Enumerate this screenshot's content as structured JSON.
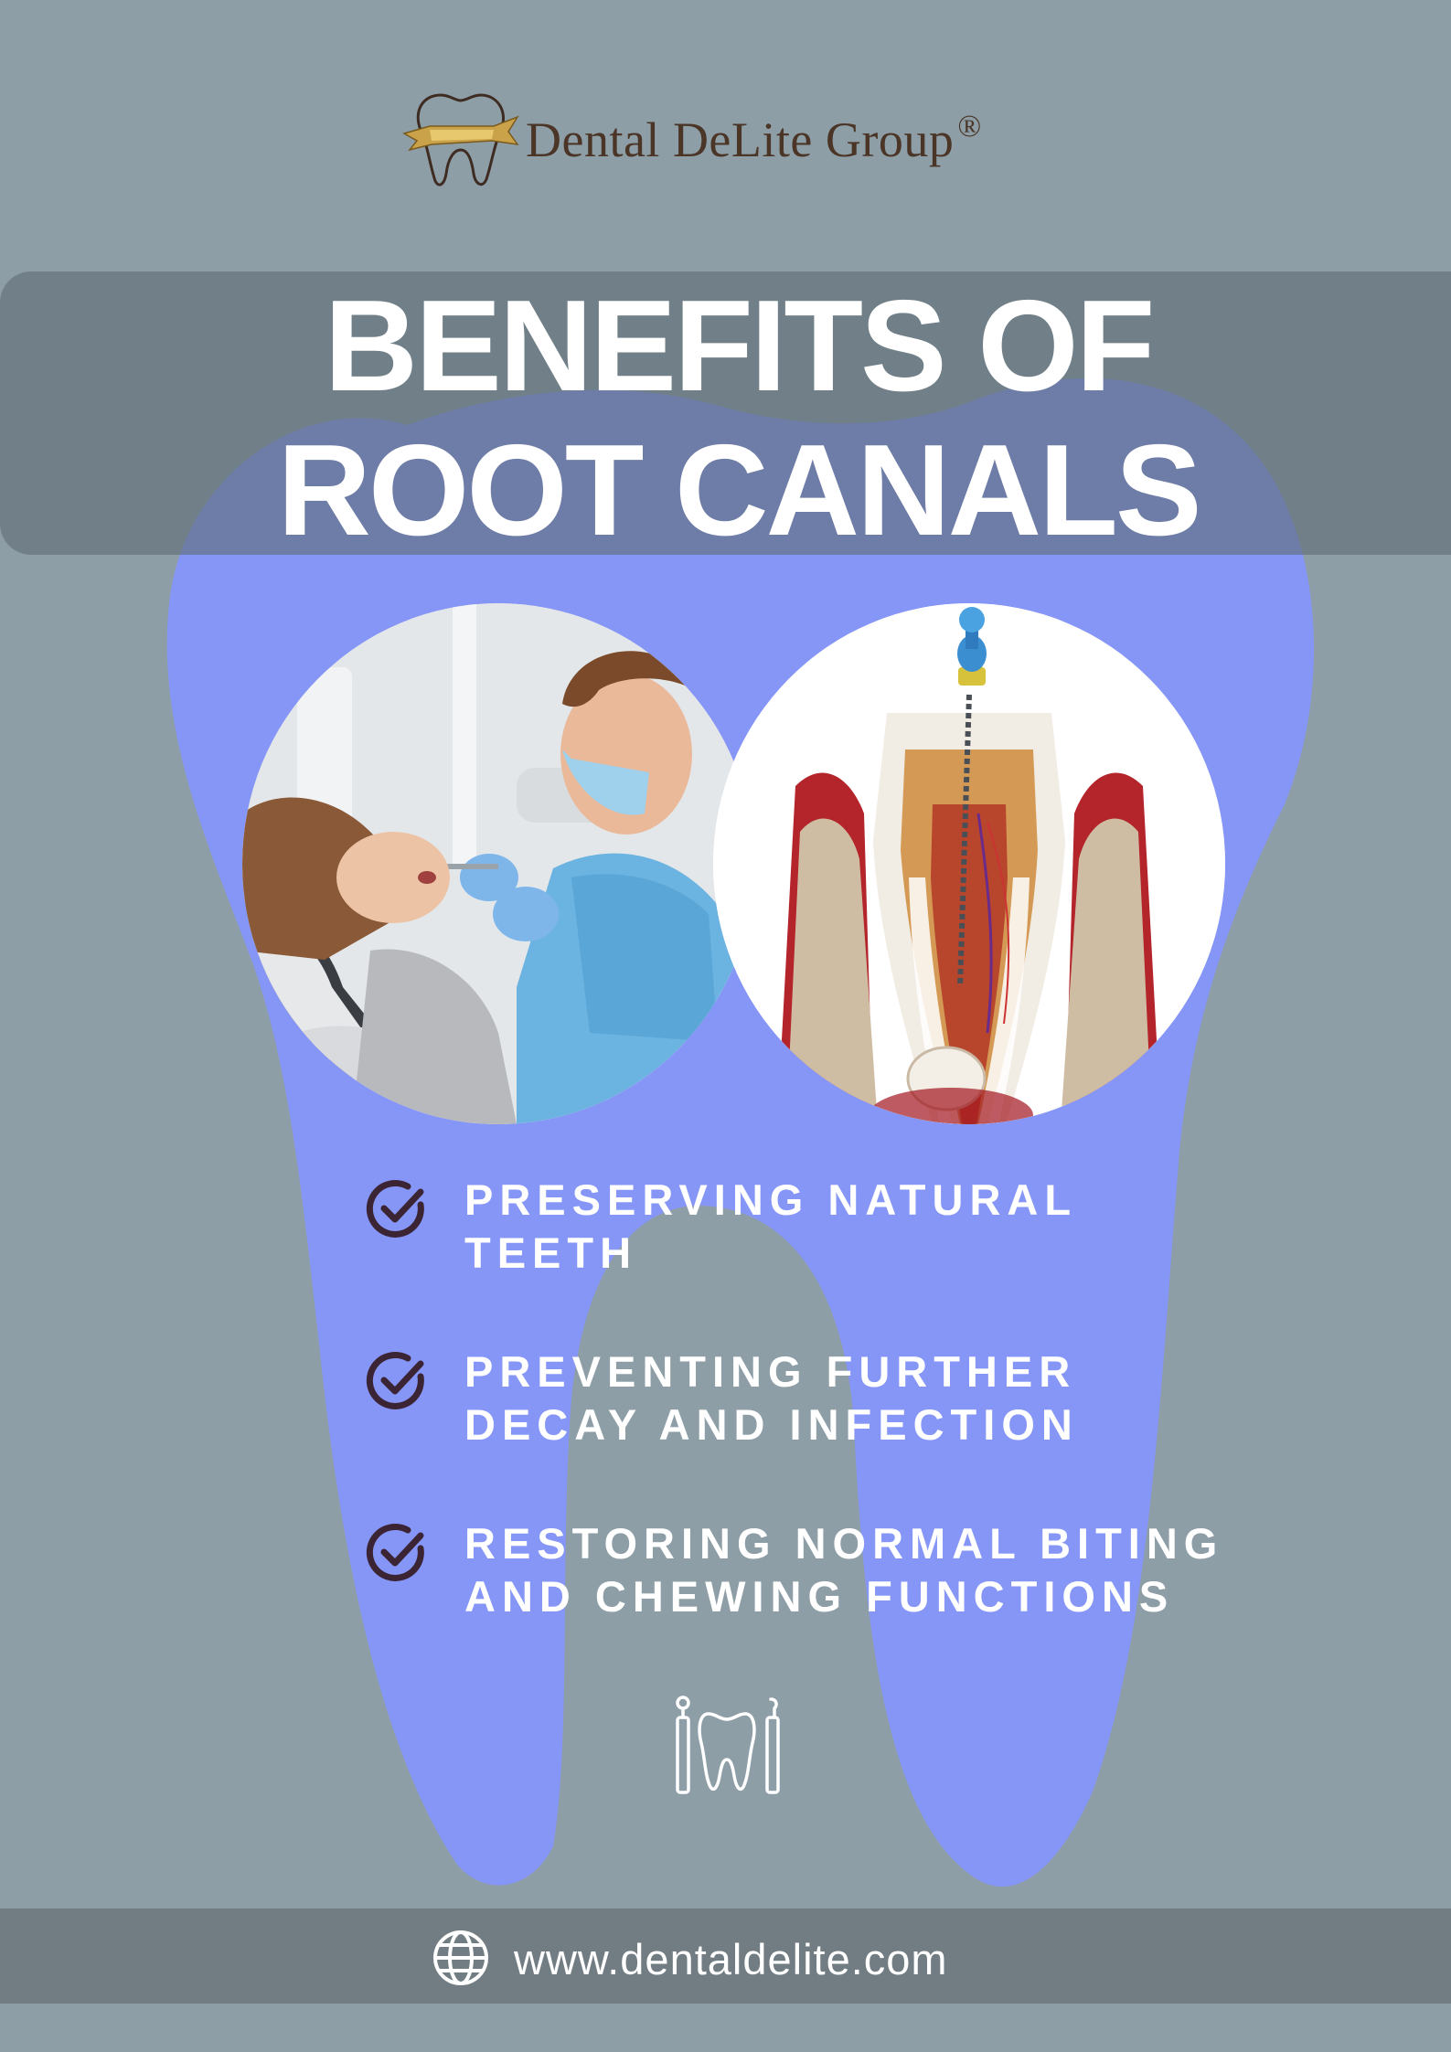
{
  "brand": {
    "name": "Dental DeLite Group",
    "registered_mark": "®",
    "logo_icon": "tooth-ribbon-logo"
  },
  "title": {
    "line1": "BENEFITS OF",
    "line2": "ROOT CANALS"
  },
  "photos": [
    {
      "name": "dentist-examining-patient-photo"
    },
    {
      "name": "root-canal-cross-section-illustration"
    }
  ],
  "benefits": [
    {
      "icon": "check-circle-icon",
      "line1": "PRESERVING NATURAL",
      "line2": "TEETH"
    },
    {
      "icon": "check-circle-icon",
      "line1": "PREVENTING FURTHER",
      "line2": "DECAY AND INFECTION"
    },
    {
      "icon": "check-circle-icon",
      "line1": "RESTORING NORMAL BITING",
      "line2": "AND CHEWING FUNCTIONS"
    }
  ],
  "decor_icon": "dental-tools-icon",
  "footer": {
    "icon": "globe-icon",
    "website": "www.dentaldelite.com"
  },
  "colors": {
    "background": "#8e9ea6",
    "tooth": "#8696f7",
    "band": "#737f87",
    "check": "#3b2433",
    "text": "#ffffff"
  }
}
